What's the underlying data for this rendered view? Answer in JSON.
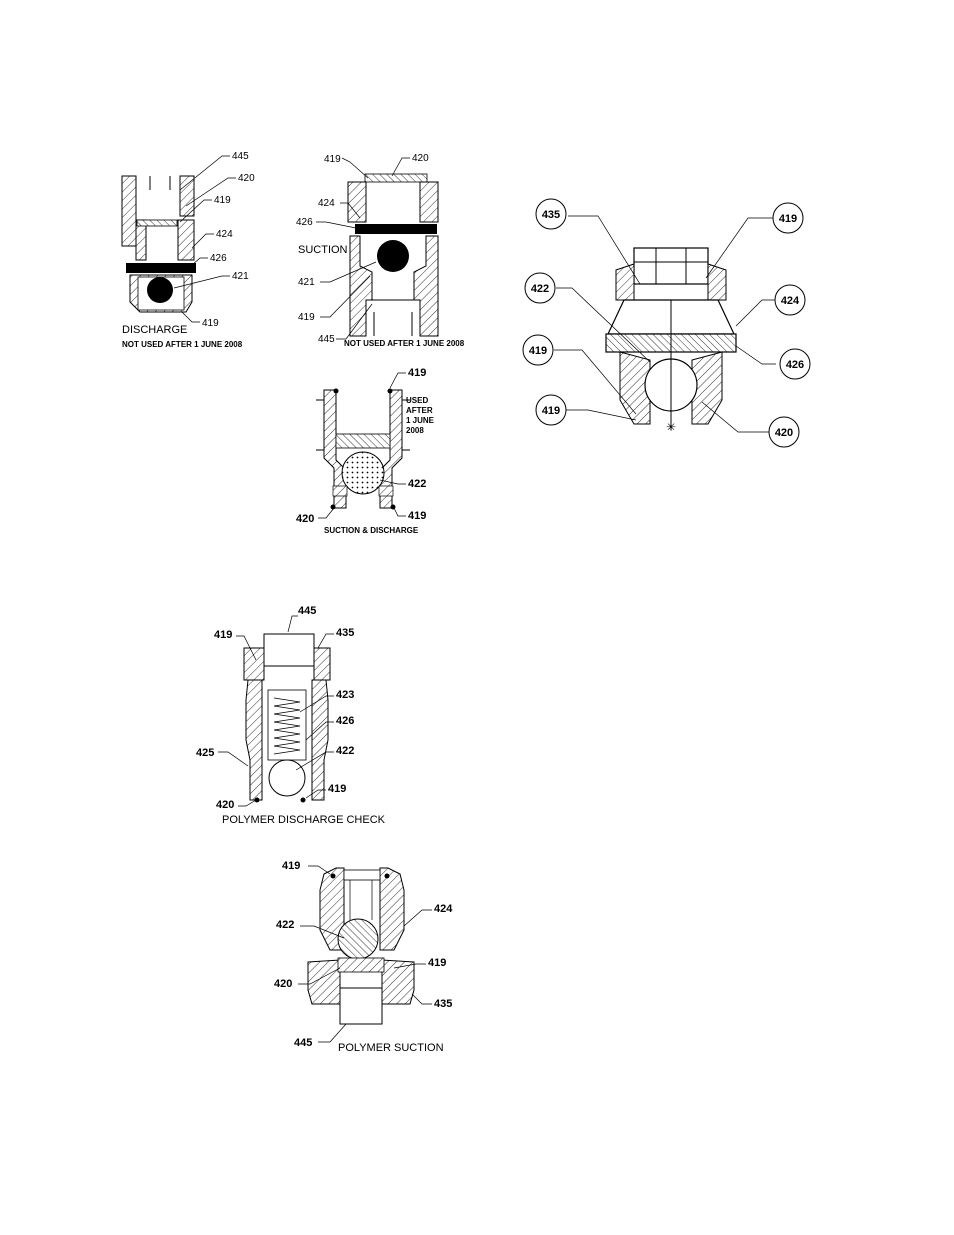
{
  "figure_a": {
    "labels": {
      "l445": "445",
      "l420": "420",
      "l419a": "419",
      "l424": "424",
      "l426": "426",
      "l421": "421",
      "l419b": "419"
    },
    "caption": "DISCHARGE",
    "note": "NOT USED AFTER 1 JUNE 2008"
  },
  "figure_b": {
    "labels": {
      "l419a": "419",
      "l420": "420",
      "l424": "424",
      "l426": "426",
      "l421": "421",
      "l419b": "419",
      "l445": "445"
    },
    "side_label": "SUCTION",
    "note": "NOT USED AFTER 1 JUNE 2008"
  },
  "figure_c": {
    "labels": {
      "l419a": "419",
      "l422": "422",
      "l420": "420",
      "l419b": "419"
    },
    "note_lines": [
      "USED",
      "AFTER",
      "1 JUNE",
      "2008"
    ],
    "caption": "SUCTION & DISCHARGE"
  },
  "figure_d": {
    "labels": {
      "l435": "435",
      "l419a": "419",
      "l422": "422",
      "l424": "424",
      "l419b": "419",
      "l426": "426",
      "l419c": "419",
      "l420": "420"
    }
  },
  "figure_e": {
    "labels": {
      "l445": "445",
      "l419a": "419",
      "l435": "435",
      "l423": "423",
      "l426": "426",
      "l425": "425",
      "l422": "422",
      "l419b": "419",
      "l420": "420"
    },
    "caption": "POLYMER DISCHARGE CHECK"
  },
  "figure_f": {
    "labels": {
      "l419a": "419",
      "l424": "424",
      "l422": "422",
      "l419b": "419",
      "l420": "420",
      "l435": "435",
      "l445": "445"
    },
    "caption": "POLYMER SUCTION"
  }
}
